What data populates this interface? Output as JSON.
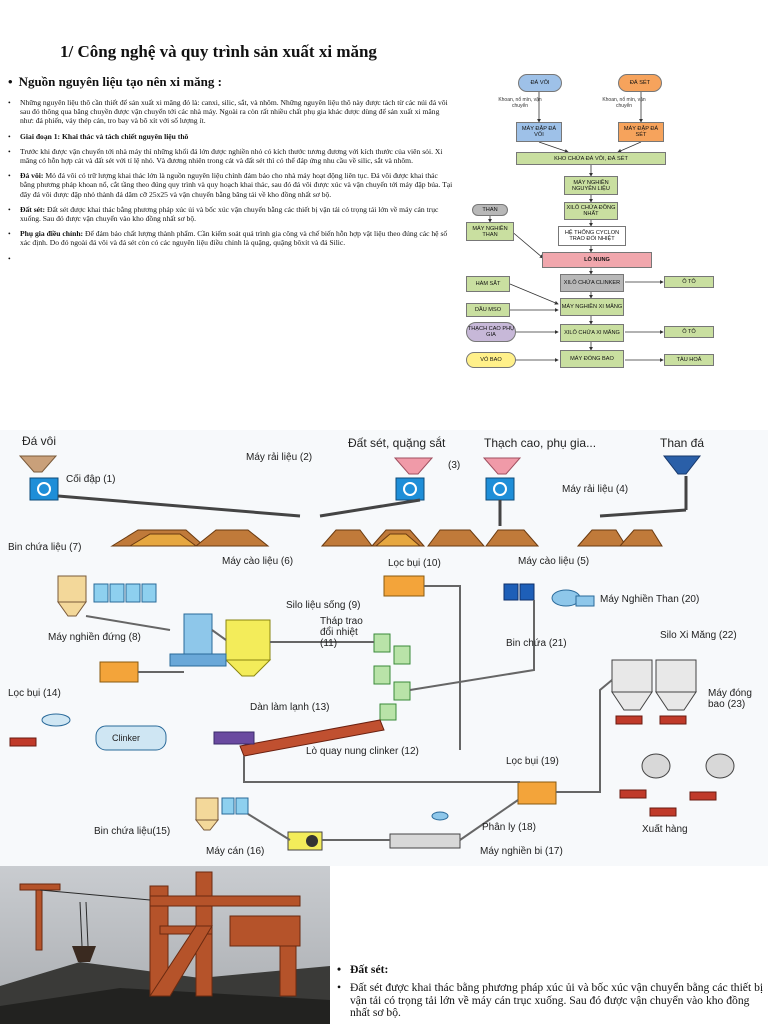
{
  "title": "1/ Công nghệ và quy trình sản xuất xi măng",
  "section_heading": "Nguồn nguyên liệu tạo nên xi măng :",
  "paragraphs": {
    "p1": "Những nguyên liệu thô cần thiết để sản xuất xi măng đó là: canxi, silic, sắt, và nhôm. Những nguyên liệu thô này được tách từ các núi đá vôi sau đó thông qua băng chuyền được vận chuyển tới các nhà máy. Ngoài ra còn rất nhiều chất phụ gia khác được dùng để sản xuất xi măng như: đá phiến, vảy thép cán, tro bay và bô xít với số lượng ít.",
    "p2": "Giai đoạn 1: Khai thác và tách chiết nguyên liệu thô",
    "p3": "Trước khi được vận chuyển tới nhà máy thì những khối đá lớn được nghiền nhỏ có kích thước tương đương với kích thước của viên sỏi. Xi măng có hỗn hợp cát và đất sét với tỉ lệ nhỏ. Và đương nhiên trong cát và đất sét thì có thể đáp ứng nhu cầu về silic, sắt và nhôm.",
    "p4_label": "Đá vôi:",
    "p4": "Mỏ đá vôi có trữ lượng khai thác lớn là nguồn nguyên liệu chính đảm bảo cho nhà máy hoạt động liên tục. Đá vôi được khai thác bằng phương pháp khoan nổ, cắt tầng theo đúng quy trình và quy hoạch khai thác, sau đó đá vôi được xúc và vận chuyển tới máy đập búa. Tại đây đá vôi được đập nhỏ thành đá dăm cỡ 25x25 và vận chuyển bằng băng tải về kho đồng nhất sơ bộ.",
    "p5_label": "Đất sét:",
    "p5": "Đất sét được khai thác bằng phương pháp xúc ủi và bốc xúc vận chuyển bằng các thiết bị vận tải có trọng tải lớn về máy cán trục xuống. Sau đó được vận chuyển vào kho đồng nhất sơ bộ.",
    "p6_label": "Phụ gia điều chỉnh:",
    "p6": "Để đảm bảo chất lượng thành phẩm. Cần kiểm soát quá trình gia công và chế biến hỗn hợp vật liệu theo đúng các hệ số xác định. Do đó ngoài đá vôi và đá sét còn có các nguyên liệu điều chỉnh là quặng, quặng bôxít và đá Silic."
  },
  "flowchart": {
    "da_voi": "ĐÁ VÔI",
    "da_set": "ĐÁ SÉT",
    "note_left": "Khoan, nổ mìn, vận chuyển",
    "note_right": "Khoan, nổ mìn, vận chuyển",
    "may_dap_da_voi": "MÁY ĐẬP ĐÁ VÔI",
    "may_dap_da_set": "MÁY ĐẬP ĐÁ SÉT",
    "kho_chua": "KHO CHỨA ĐÁ VÔI, ĐÁ SÉT",
    "may_nghien_nguyen_lieu": "MÁY NGHIỀN NGUYÊN LIỆU",
    "xilo_dong_nhat": "XILÔ CHỨA ĐỒNG NHẤT",
    "than": "THAN",
    "may_nghien_than": "MÁY NGHIỀN THAN",
    "he_thong_cyclon": "HỆ THỐNG CYCLON TRAO ĐỔI NHIỆT",
    "lo_nung": "LÒ NUNG",
    "xilo_clinker": "XILÔ CHỨA CLINKER",
    "o_to_1": "Ô TÔ",
    "ham_sat": "HÀM SẮT",
    "dau_mso": "DẦU MSO",
    "may_nghien_xi_mang": "MÁY NGHIỀN XI MĂNG",
    "thach_cao": "THẠCH CAO PHỤ GIA",
    "xilo_xi_mang": "XILÔ CHỨA XI MĂNG",
    "o_to_2": "Ô TÔ",
    "vo_bao": "VỎ BAO",
    "may_dong_bao": "MÁY ĐÓNG BAO",
    "tau_hoa": "TÀU HOẢ",
    "colors": {
      "lime": "#d6e98a",
      "orange": "#f6a35c",
      "blue": "#9ec1e8",
      "green": "#c9dfa0",
      "pink": "#f1a7ad",
      "grey": "#b8b8b8",
      "purple": "#c7b8d8",
      "yellow": "#fff08a"
    }
  },
  "plant": {
    "da_voi": "Đá vôi",
    "coi_dap": "Cối đập (1)",
    "may_rai_lieu_2": "Máy rải liệu (2)",
    "dat_set": "Đất sét, quặng sắt",
    "num_3": "(3)",
    "thach_cao": "Thạch cao, phụ gia...",
    "than_da": "Than đá",
    "may_rai_lieu_4": "Máy rải liệu (4)",
    "bin_chua_lieu_7": "Bin chứa liệu (7)",
    "may_cao_lieu_6": "Máy cào liệu (6)",
    "loc_bui_10": "Lọc bụi (10)",
    "may_cao_lieu_5": "Máy cào liệu (5)",
    "silo_lieu_song": "Silo liệu sống (9)",
    "may_nghien_than": "Máy Nghiền Than (20)",
    "may_nghien_dung": "Máy nghiền đứng (8)",
    "thap_trao_doi": "Tháp trao đổi nhiệt (11)",
    "bin_chua_21": "Bin chứa (21)",
    "silo_xi_mang": "Silo Xi Măng (22)",
    "loc_bui_14": "Lọc bụi (14)",
    "may_dong_bao": "Máy đóng bao (23)",
    "dan_lam_lanh": "Dàn làm lạnh (13)",
    "clinker": "Clinker",
    "lo_quay": "Lò quay nung clinker (12)",
    "loc_bui_19": "Lọc bụi (19)",
    "bin_chua_lieu_15": "Bin chứa liệu(15)",
    "phan_ly": "Phân ly (18)",
    "xuat_hang": "Xuất hàng",
    "may_can": "Máy cán (16)",
    "may_nghien_bi": "Máy nghiền bi (17)"
  },
  "bottom": {
    "heading": "Đất sét:",
    "body": "Đất sét được khai thác bằng phương pháp xúc ủi và bốc xúc vận chuyển bằng các thiết bị vận tải có trọng tải lớn về máy cán trục xuống. Sau đó được vận chuyển vào kho đồng nhất sơ bộ."
  }
}
